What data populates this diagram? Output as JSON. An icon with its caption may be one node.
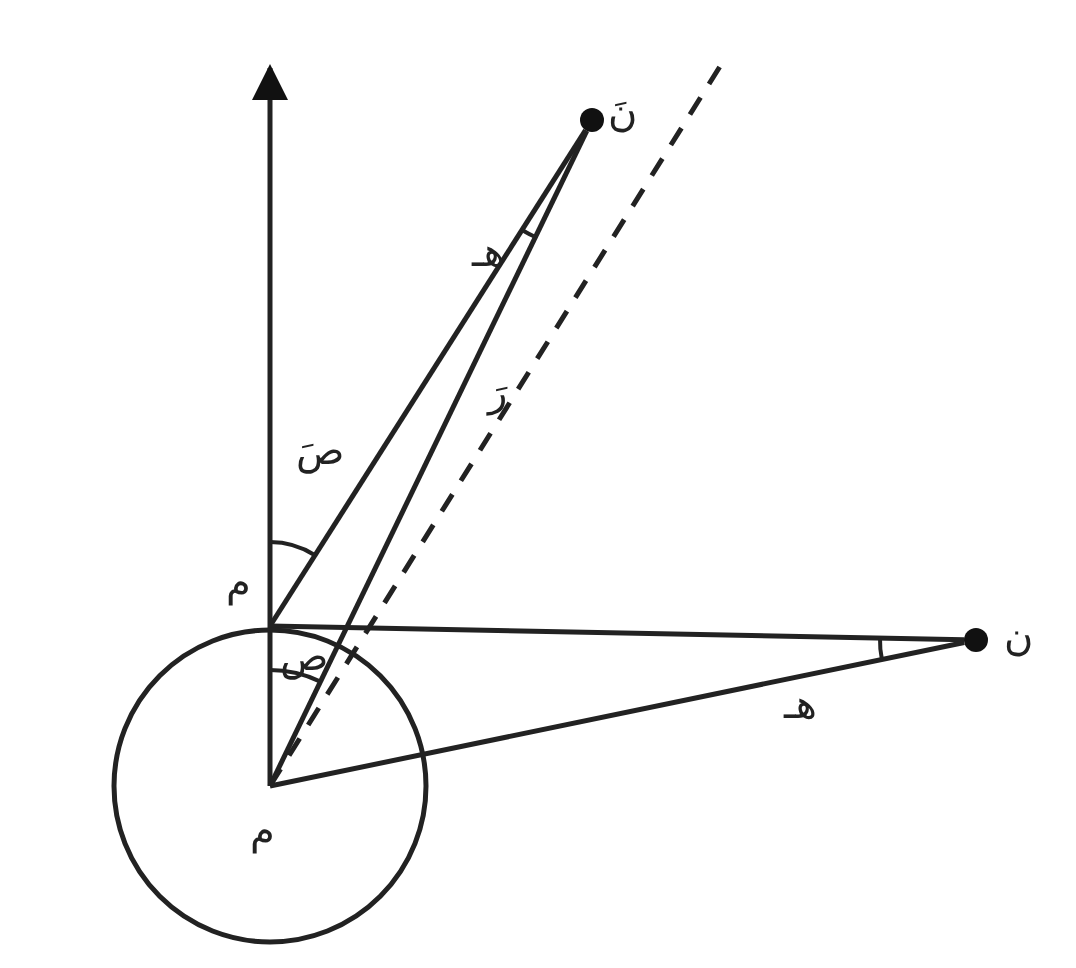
{
  "diagram": {
    "nodes": [
      {
        "text": [],
        "shape": "circle"
      },
      {
        "text": [
          "م"
        ]
      },
      {
        "text": [
          "م"
        ],
        "in": 0
      },
      {
        "text": [
          "نَ"
        ]
      },
      {
        "text": [
          "ن"
        ]
      }
    ],
    "edges": [
      {
        "from": 1,
        "to": 3,
        "arrow": "none"
      },
      {
        "from": 2,
        "to": 3,
        "arrow": "none"
      },
      {
        "from": 1,
        "to": 4,
        "arrow": "none"
      },
      {
        "from": 2,
        "to": 4,
        "arrow": "none"
      },
      {
        "from": 2,
        "to": 1,
        "arrow": "none"
      },
      {
        "from": 1,
        "to": null,
        "arrow": "to"
      },
      {
        "from": 2,
        "to": null,
        "arrow": "none",
        "style": "dashed"
      }
    ],
    "labels": [
      "هـ",
      "رَ",
      "صَ",
      "ص",
      "هـ"
    ]
  }
}
